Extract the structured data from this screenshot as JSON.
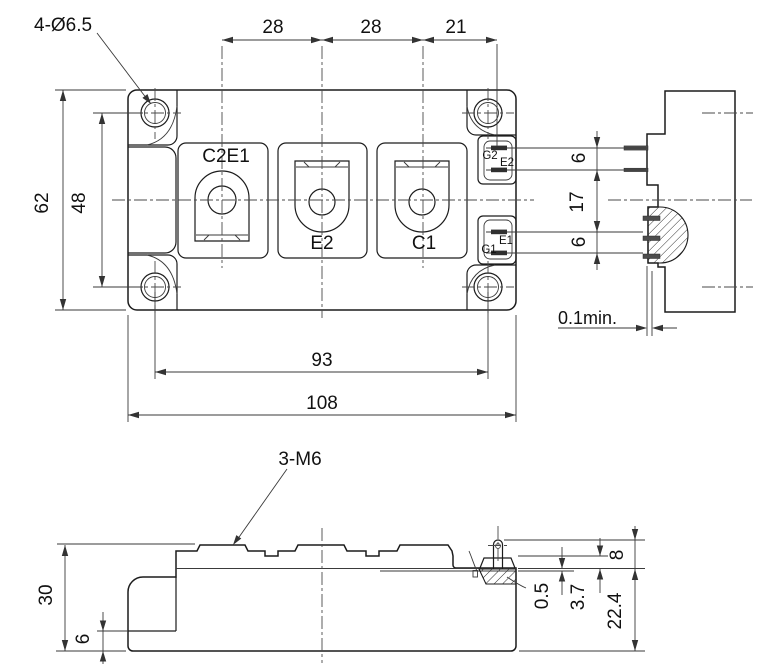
{
  "drawing": {
    "type": "power-module-outline-drawing",
    "colors": {
      "background": "#ffffff",
      "line": "#1c1c1c",
      "dim_line": "#3a3a3a",
      "text": "#111111"
    },
    "top_view": {
      "hole_note": "4-Ø6.5",
      "terminals": {
        "t1": "C2E1",
        "t2": "E2",
        "t3": "C1"
      },
      "signal_pins": {
        "top_a": "G2",
        "top_b": "E2",
        "bottom_a": "E1",
        "bottom_b": "G1"
      },
      "dimensions": {
        "pitch_left": "28",
        "pitch_right": "28",
        "pitch_gate": "21",
        "height_overall": "62",
        "hole_span_vertical": "48",
        "gate_top": "6",
        "gate_mid": "17",
        "gate_bottom": "6",
        "hole_span_horizontal": "93",
        "width_overall": "108",
        "flatness": "0.1min."
      }
    },
    "front_view": {
      "thread_note": "3-M6",
      "dimensions": {
        "height_overall": "30",
        "base_step": "6",
        "pin_height": "8",
        "case_height": "22.4",
        "tab_gap": "0.5",
        "tab_step": "3.7"
      }
    }
  }
}
